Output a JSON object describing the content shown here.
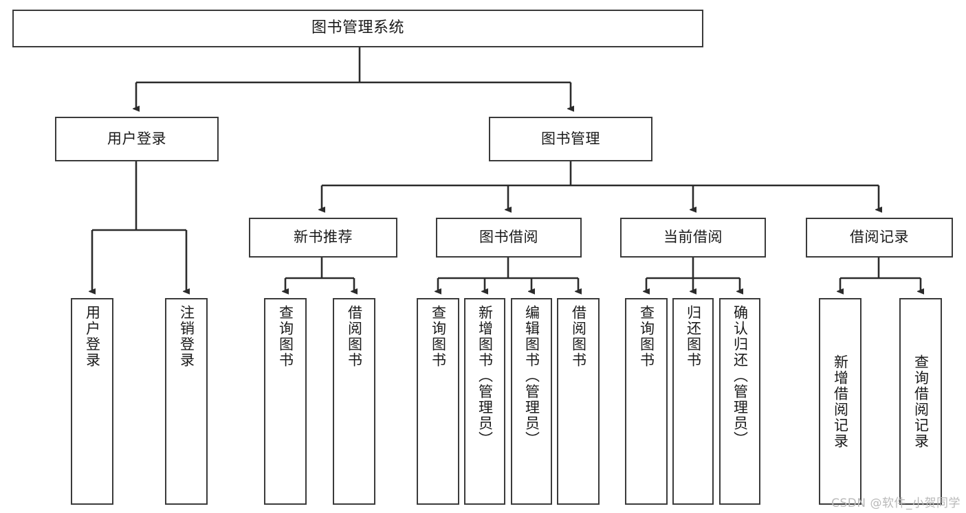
{
  "diagram": {
    "title": "图书管理系统",
    "type": "tree-hierarchy-chart",
    "watermark": "CSDN @软件_小贺同学",
    "colors": {
      "background": "#ffffff",
      "node_border": "#3a3a3a",
      "node_fill": "#ffffff",
      "edge": "#2b2b2b",
      "text": "#1a1a1a",
      "watermark": "#b9b9b9"
    },
    "nodes": {
      "root": {
        "label": "图书管理系统"
      },
      "level1": [
        {
          "label": "用户登录"
        },
        {
          "label": "图书管理"
        }
      ],
      "level2": [
        {
          "label": "新书推荐"
        },
        {
          "label": "图书借阅"
        },
        {
          "label": "当前借阅"
        },
        {
          "label": "借阅记录"
        }
      ],
      "leaves": {
        "user_login": [
          {
            "label": "用户登录"
          },
          {
            "label": "注销登录"
          }
        ],
        "new_book_recommend": [
          {
            "label": "查询图书"
          },
          {
            "label": "借阅图书"
          }
        ],
        "book_borrow": [
          {
            "label": "查询图书"
          },
          {
            "label": "新增图书（管理员）"
          },
          {
            "label": "编辑图书（管理员）"
          },
          {
            "label": "借阅图书"
          }
        ],
        "current_borrow": [
          {
            "label": "查询图书"
          },
          {
            "label": "归还图书"
          },
          {
            "label": "确认归还（管理员）"
          }
        ],
        "borrow_record": [
          {
            "label": "新增借阅记录"
          },
          {
            "label": "查询借阅记录"
          }
        ]
      }
    }
  }
}
